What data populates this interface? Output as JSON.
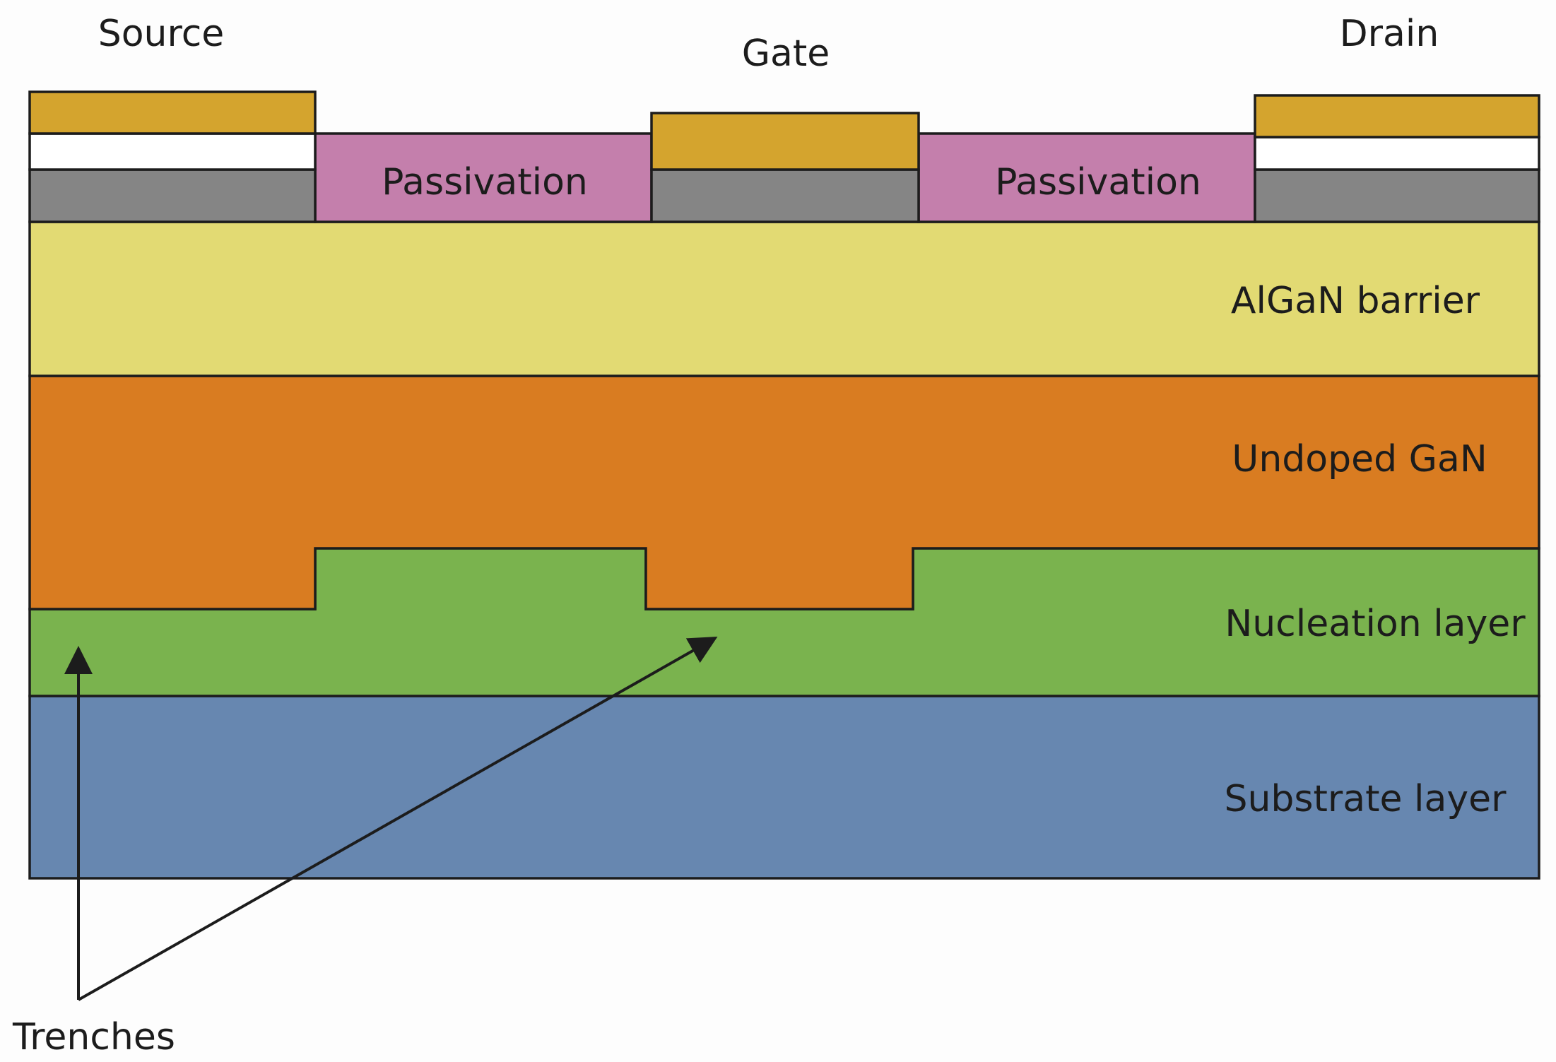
{
  "terminals": {
    "source": "Source",
    "gate": "Gate",
    "drain": "Drain"
  },
  "passivation": {
    "left": "Passivation",
    "right": "Passivation"
  },
  "layers": {
    "algan": "AlGaN barrier",
    "gan": "Undoped GaN",
    "nucleation": "Nucleation layer",
    "substrate": "Substrate layer"
  },
  "annotation": {
    "trenches": "Trenches"
  },
  "colors": {
    "metal": "#d4a42e",
    "insulator": "#ffffff",
    "contact_base": "#858585",
    "passivation": "#c47fac",
    "algan": "#e2da73",
    "gan": "#d97c21",
    "nucleation": "#7ab34e",
    "substrate": "#6787b0",
    "outline": "#1c1c1c"
  }
}
